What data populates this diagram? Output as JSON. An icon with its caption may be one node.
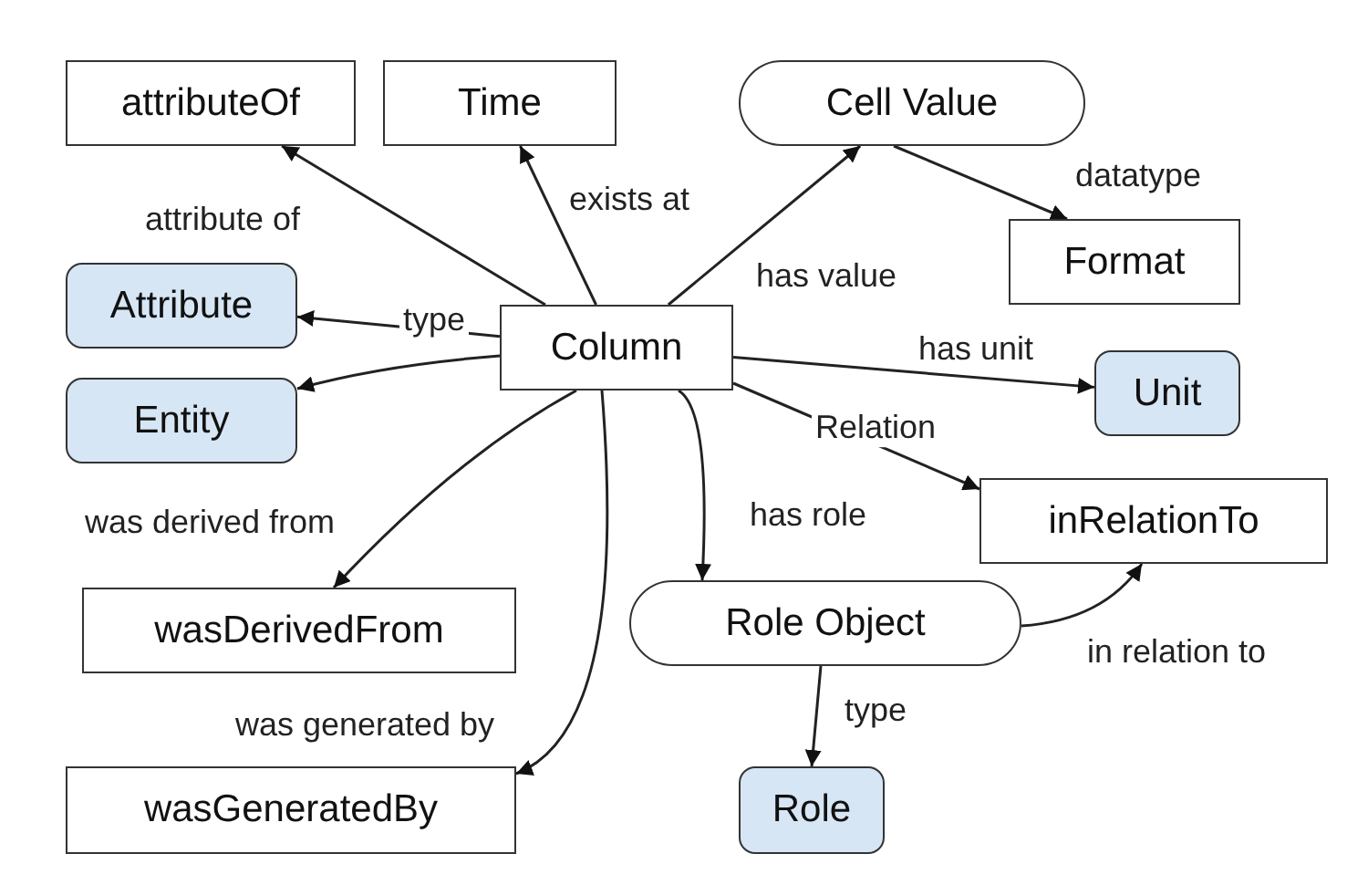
{
  "diagram": {
    "nodes": [
      {
        "text": [
          "attributeOf"
        ]
      },
      {
        "text": [
          "Time"
        ]
      },
      {
        "text": [
          "Cell Value"
        ]
      },
      {
        "text": [
          "Format"
        ]
      },
      {
        "text": [
          "Column"
        ]
      },
      {
        "text": [
          "Attribute"
        ]
      },
      {
        "text": [
          "Entity"
        ]
      },
      {
        "text": [
          "Unit"
        ]
      },
      {
        "text": [
          "inRelationTo"
        ]
      },
      {
        "text": [
          "wasDerivedFrom"
        ]
      },
      {
        "text": [
          "Role Object"
        ]
      },
      {
        "text": [
          "wasGeneratedBy"
        ]
      },
      {
        "text": [
          "Role"
        ]
      }
    ],
    "edges": [
      {
        "from": 4,
        "to": 0,
        "arrow": "to",
        "label": "attribute of"
      },
      {
        "from": 4,
        "to": 1,
        "arrow": "to",
        "label": "exists at"
      },
      {
        "from": 4,
        "to": 2,
        "arrow": "to",
        "label": "has value"
      },
      {
        "from": 2,
        "to": 3,
        "arrow": "to",
        "label": "datatype"
      },
      {
        "from": 4,
        "to": 5,
        "arrow": "to",
        "label": "type"
      },
      {
        "from": 4,
        "to": 6,
        "arrow": "to"
      },
      {
        "from": 4,
        "to": 7,
        "arrow": "to",
        "label": "has unit"
      },
      {
        "from": 4,
        "to": 8,
        "arrow": "to",
        "label": "Relation"
      },
      {
        "from": 4,
        "to": 9,
        "arrow": "to",
        "label": "was derived from"
      },
      {
        "from": 4,
        "to": 11,
        "arrow": "to",
        "label": "was generated by"
      },
      {
        "from": 4,
        "to": 10,
        "arrow": "to",
        "label": "has role"
      },
      {
        "from": 10,
        "to": 8,
        "arrow": "to",
        "label": "in relation to"
      },
      {
        "from": 10,
        "to": 12,
        "arrow": "to",
        "label": "type"
      }
    ]
  }
}
